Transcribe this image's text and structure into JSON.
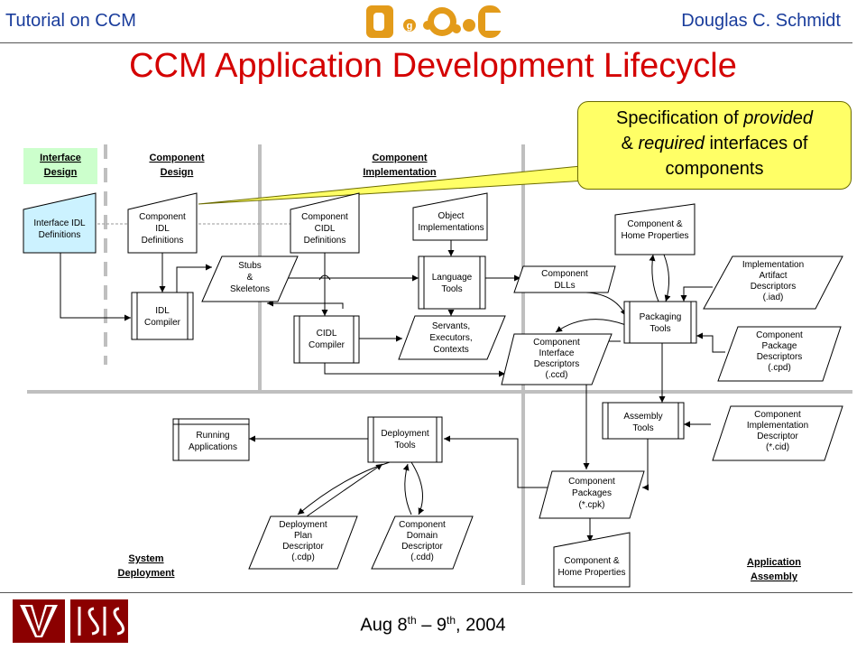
{
  "header": {
    "left": "Tutorial on CCM",
    "right": "Douglas C. Schmidt",
    "logo": "DOC group"
  },
  "title": "CCM Application Development Lifecycle",
  "callout": {
    "text_1": "Specification of ",
    "text_em_1": "provided",
    "text_2": "& ",
    "text_em_2": "required",
    "text_3": " interfaces of",
    "text_4": "components"
  },
  "phases": {
    "interface_design": [
      "Interface",
      "Design"
    ],
    "component_design": [
      "Component",
      "Design"
    ],
    "component_implementation": [
      "Component",
      "Implementation"
    ],
    "system_deployment": [
      "System",
      "Deployment"
    ],
    "application_assembly": [
      "Application",
      "Assembly"
    ]
  },
  "nodes": {
    "interface_idl": [
      "Interface IDL",
      "Definitions"
    ],
    "component_idl": [
      "Component",
      "IDL",
      "Definitions"
    ],
    "component_cidl": [
      "Component",
      "CIDL",
      "Definitions"
    ],
    "object_impl": [
      "Object",
      "Implementations"
    ],
    "stubs": [
      "Stubs",
      "&",
      "Skeletons"
    ],
    "language_tools": [
      "Language",
      "Tools"
    ],
    "component_dlls": [
      "Component",
      "DLLs"
    ],
    "idl_compiler": [
      "IDL",
      "Compiler"
    ],
    "cidl_compiler": [
      "CIDL",
      "Compiler"
    ],
    "servants": [
      "Servants,",
      "Executors,",
      "Contexts"
    ],
    "comp_iface_desc": [
      "Component",
      "Interface",
      "Descriptors",
      "(.ccd)"
    ],
    "home_props_top": [
      "Component &",
      "Home Properties"
    ],
    "impl_artifact": [
      "Implementation",
      "Artifact",
      "Descriptors",
      "(.iad)"
    ],
    "packaging_tools": [
      "Packaging",
      "Tools"
    ],
    "comp_pkg_desc": [
      "Component",
      "Package",
      "Descriptors",
      "(.cpd)"
    ],
    "assembly_tools": [
      "Assembly",
      "Tools"
    ],
    "comp_impl_desc": [
      "Component",
      "Implementation",
      "Descriptor",
      "(*.cid)"
    ],
    "running_apps": [
      "Running",
      "Applications"
    ],
    "deployment_tools": [
      "Deployment",
      "Tools"
    ],
    "comp_packages": [
      "Component",
      "Packages",
      "(*.cpk)"
    ],
    "deploy_plan": [
      "Deployment",
      "Plan",
      "Descriptor",
      "(.cdp)"
    ],
    "domain_desc": [
      "Component",
      "Domain",
      "Descriptor",
      "(.cdd)"
    ],
    "home_props_bottom": [
      "Component &",
      "Home Properties"
    ]
  },
  "footer": {
    "date_1": "Aug 8",
    "sup_1": "th",
    "date_2": " – 9",
    "sup_2": "th",
    "date_3": ", 2004",
    "logo_left": "VU",
    "logo_right": "ISIS"
  },
  "colors": {
    "header_text": "#1a3d9c",
    "title": "#d40000",
    "callout_fill": "#ffff66",
    "interface_fill": "#ccf2ff",
    "phase_label_fill": "#ccffcc"
  }
}
